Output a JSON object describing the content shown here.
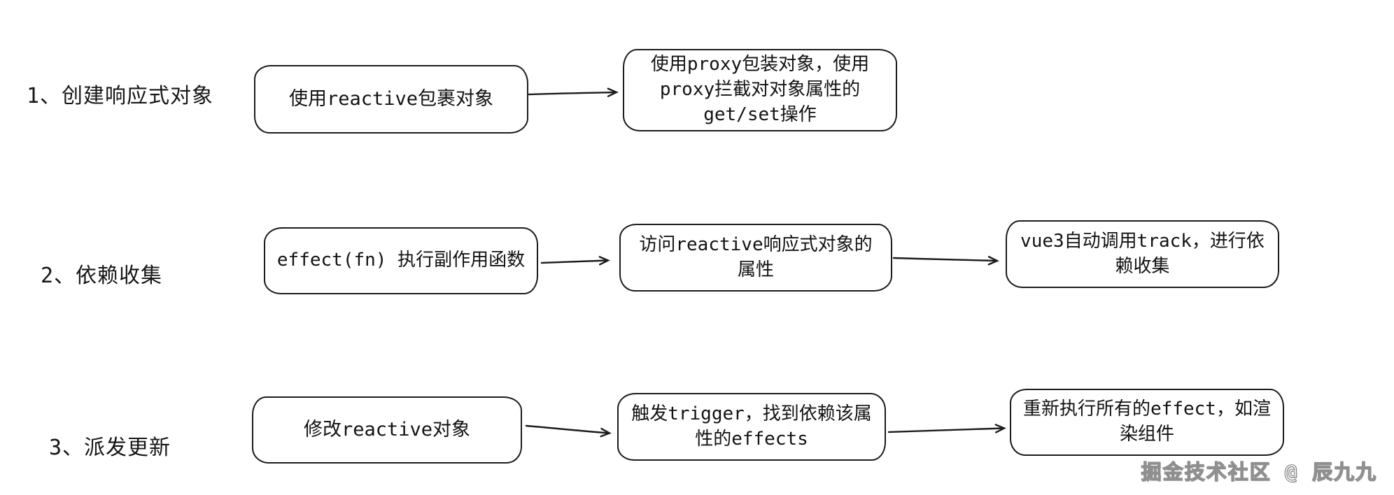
{
  "diagram": {
    "rows": [
      {
        "label": "1、创建响应式对象",
        "boxes": [
          "使用reactive包裹对象",
          "使用proxy包装对象，使用proxy拦截对对象属性的get/set操作"
        ]
      },
      {
        "label": "2、依赖收集",
        "boxes": [
          "effect(fn) 执行副作用函数",
          "访问reactive响应式对象的属性",
          "vue3自动调用track，进行依赖收集"
        ]
      },
      {
        "label": "3、派发更新",
        "boxes": [
          "修改reactive对象",
          "触发trigger，找到依赖该属性的effects",
          "重新执行所有的effect，如渲染组件"
        ]
      }
    ],
    "watermark": "掘金技术社区 @ 辰九九",
    "colors": {
      "stroke": "#1c1c1c",
      "background": "#ffffff",
      "watermark_outline": "#8f8f8f"
    }
  }
}
